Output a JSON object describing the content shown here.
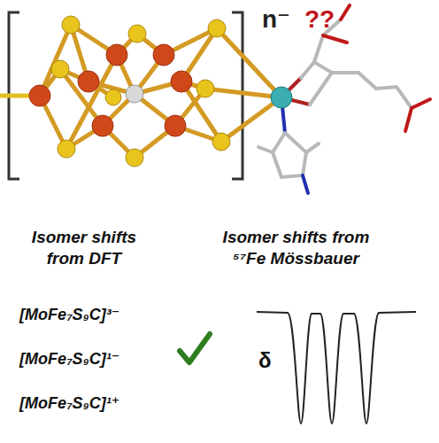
{
  "diagram": {
    "labels": [
      "n⁻",
      "??",
      "Isomer shifts from DFT",
      "Isomer shifts from ⁵⁷Fe Mössbauer",
      "[MoFe₇S₉C]³⁻",
      "[MoFe₇S₉C]¹⁻",
      "[MoFe₇S₉C]¹⁺",
      "δ"
    ]
  }
}
